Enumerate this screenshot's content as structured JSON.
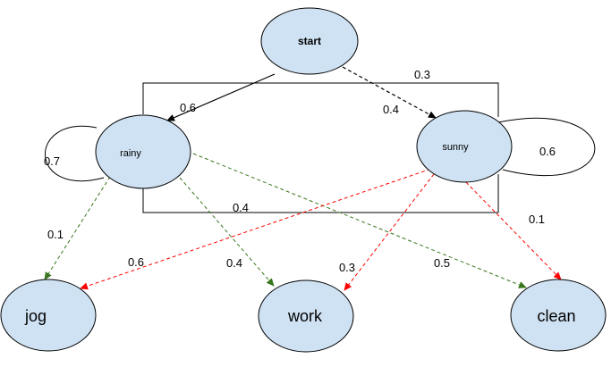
{
  "colors": {
    "node_fill": "#cfe2f3",
    "node_stroke": "#000000",
    "edge_black": "#000000",
    "edge_green": "#38761d",
    "edge_red": "#ff0000"
  },
  "nodes": {
    "start": "start",
    "rainy": "rainy",
    "sunny": "sunny",
    "jog": "jog",
    "work": "work",
    "clean": "clean"
  },
  "edges": {
    "start_rainy": "0.6",
    "start_sunny": "0.4",
    "rainy_sunny": "0.3",
    "sunny_rainy": "0.4",
    "rainy_self": "0.7",
    "sunny_self": "0.6",
    "rainy_jog": "0.1",
    "rainy_work": "0.4",
    "rainy_clean": "0.5",
    "sunny_jog": "0.6",
    "sunny_work": "0.3",
    "sunny_clean": "0.1"
  }
}
